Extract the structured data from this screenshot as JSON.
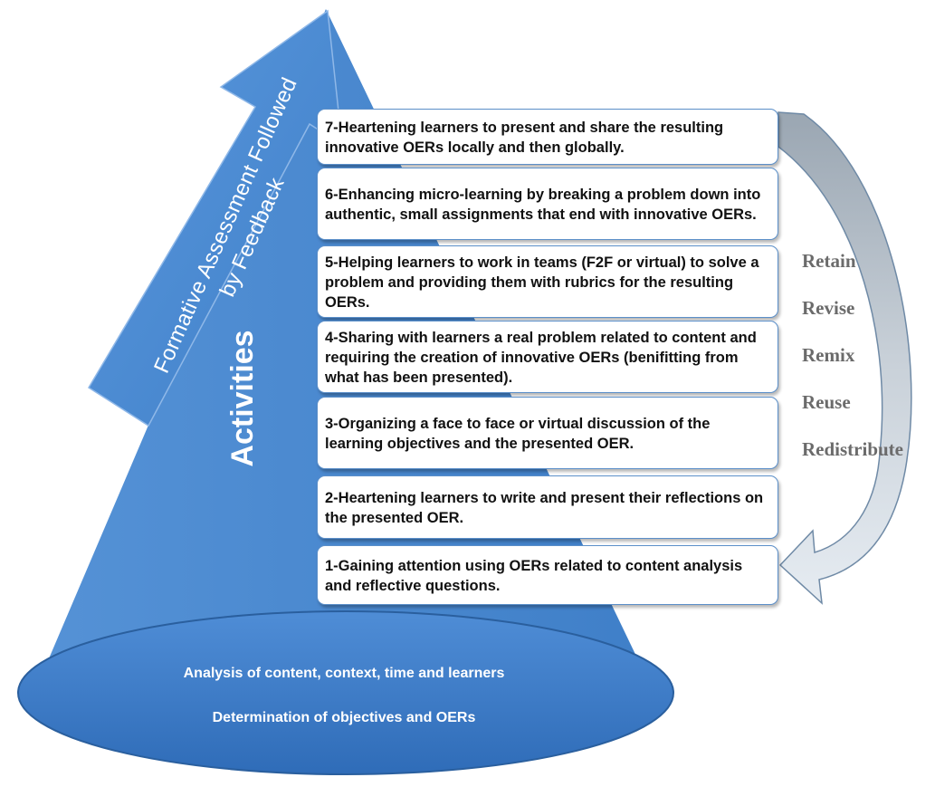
{
  "diagram": {
    "arrow_label_line1": "Formative Assessment Followed",
    "arrow_label_line2": "by Feedback",
    "pyramid_label": "Activities",
    "base": {
      "line1": "Analysis of content, context, time and learners",
      "line2": "Determination  of objectives and OERs"
    },
    "steps": [
      "7-Heartening learners to present and share the resulting innovative OERs locally and then globally.",
      "6-Enhancing micro-learning by breaking a problem down into authentic, small assignments that end with innovative OERs.",
      "5-Helping learners to work in teams (F2F or virtual) to solve a problem and providing them with rubrics for the resulting OERs.",
      "4-Sharing with learners a real problem related to content and requiring the creation of innovative OERs (benifitting from what has been presented).",
      "3-Organizing a face to face or virtual discussion of the learning objectives and the presented OER.",
      "2-Heartening learners to write and present their reflections on the presented OER.",
      "1-Gaining attention using OERs related to content analysis and reflective questions."
    ],
    "oer_verbs": [
      "Retain",
      "Revise",
      "Remix",
      "Reuse",
      "Redistribute"
    ],
    "colors": {
      "pyramid": "#4a8ad0",
      "ellipse": "#3f7fcc",
      "box_border": "#5b8fc9",
      "verb_text": "#6b6b6b",
      "curved_arrow": "#aeb8c2"
    }
  }
}
